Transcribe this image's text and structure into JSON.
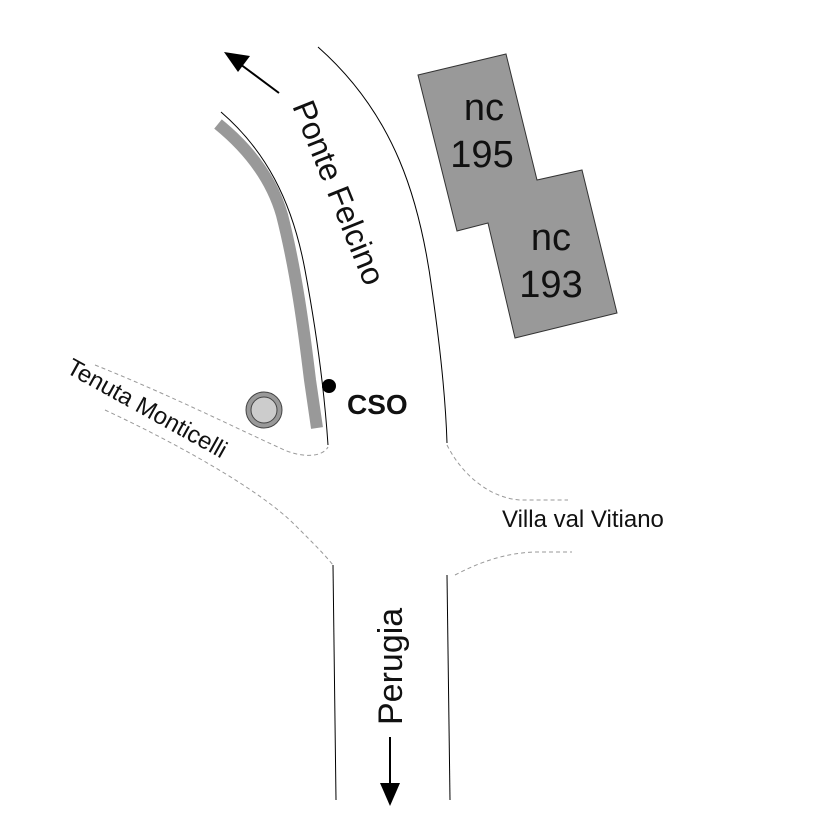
{
  "labels": {
    "ponte_felcino": "Ponte Felcino",
    "tenuta_monticelli": "Tenuta Monticelli",
    "villa_val_vitiano": "Villa val Vitiano",
    "perugia": "Perugia",
    "cso": "CSO"
  },
  "buildings": [
    {
      "line1": "nc",
      "line2": "195"
    },
    {
      "line1": "nc",
      "line2": "193"
    }
  ],
  "colors": {
    "building_fill": "#999999",
    "pipe": "#999999",
    "manhole_fill": "#cccccc",
    "line": "#000000",
    "dashed": "#999999"
  }
}
